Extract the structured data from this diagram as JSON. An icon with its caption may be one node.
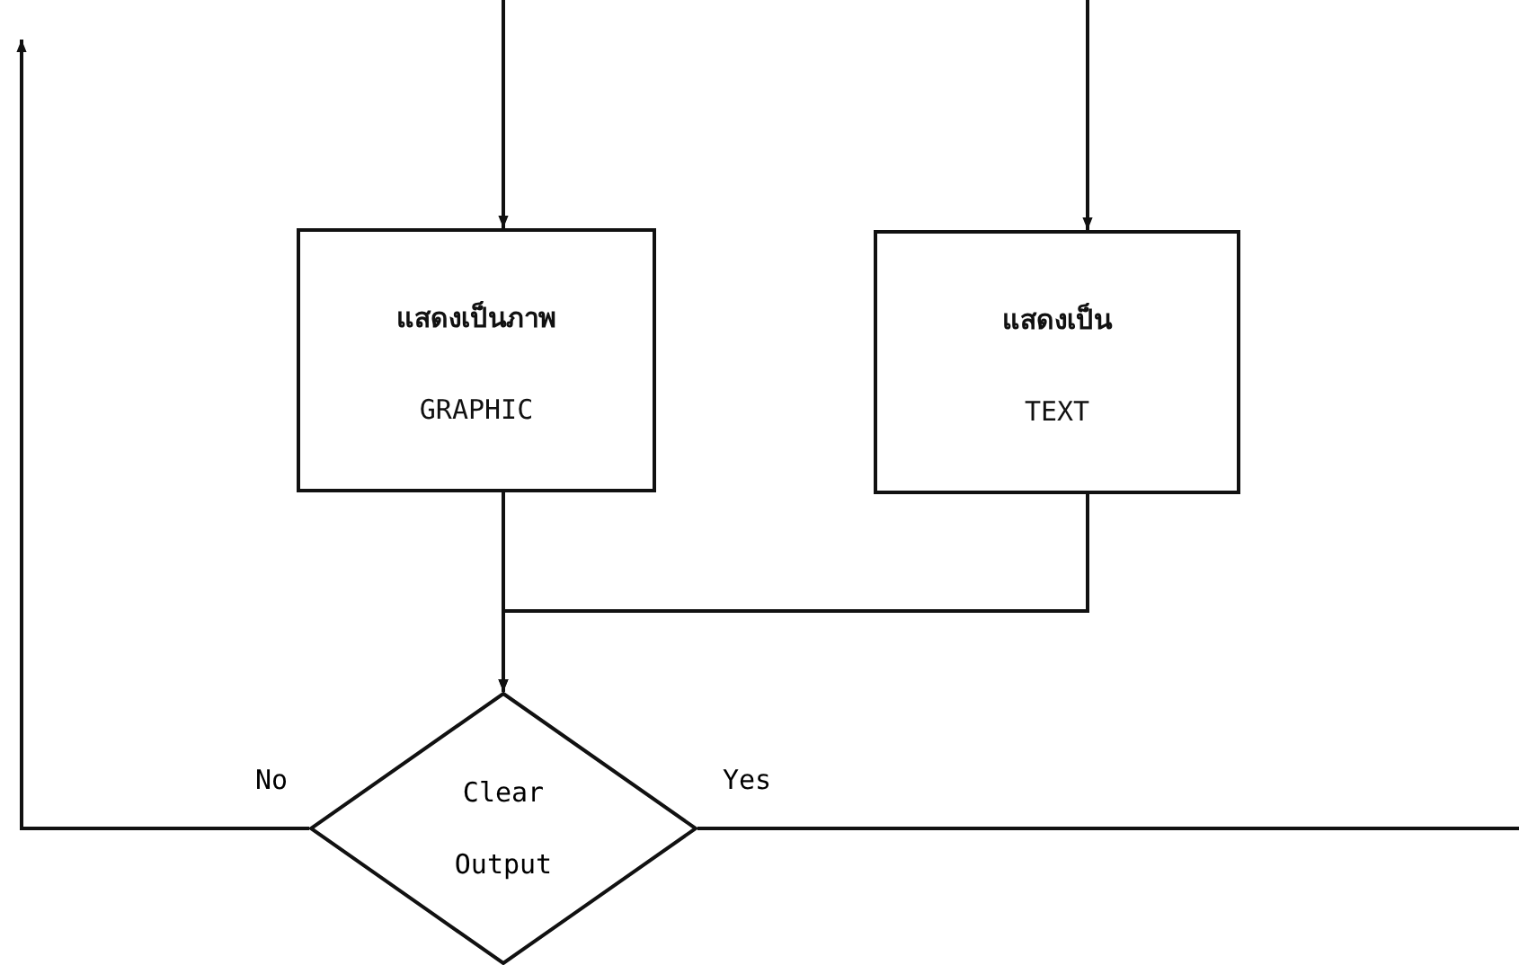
{
  "diagram": {
    "nodes": [
      {
        "text": [
          "แสดงเป็นภาพ",
          "GRAPHIC"
        ]
      },
      {
        "text": [
          "แสดงเป็น",
          "TEXT"
        ]
      },
      {
        "text": [
          "Clear Output"
        ]
      }
    ],
    "edges": [
      {
        "from": null,
        "to": 0,
        "arrow": "to"
      },
      {
        "from": null,
        "to": 1,
        "arrow": "to"
      },
      {
        "from": 0,
        "to": 2,
        "arrow": "to"
      },
      {
        "from": 1,
        "to": 2,
        "arrow": "to"
      },
      {
        "from": 2,
        "to": null,
        "label": "No",
        "arrow": "to"
      },
      {
        "from": 2,
        "to": null,
        "label": "Yes",
        "arrow": "none"
      }
    ]
  }
}
